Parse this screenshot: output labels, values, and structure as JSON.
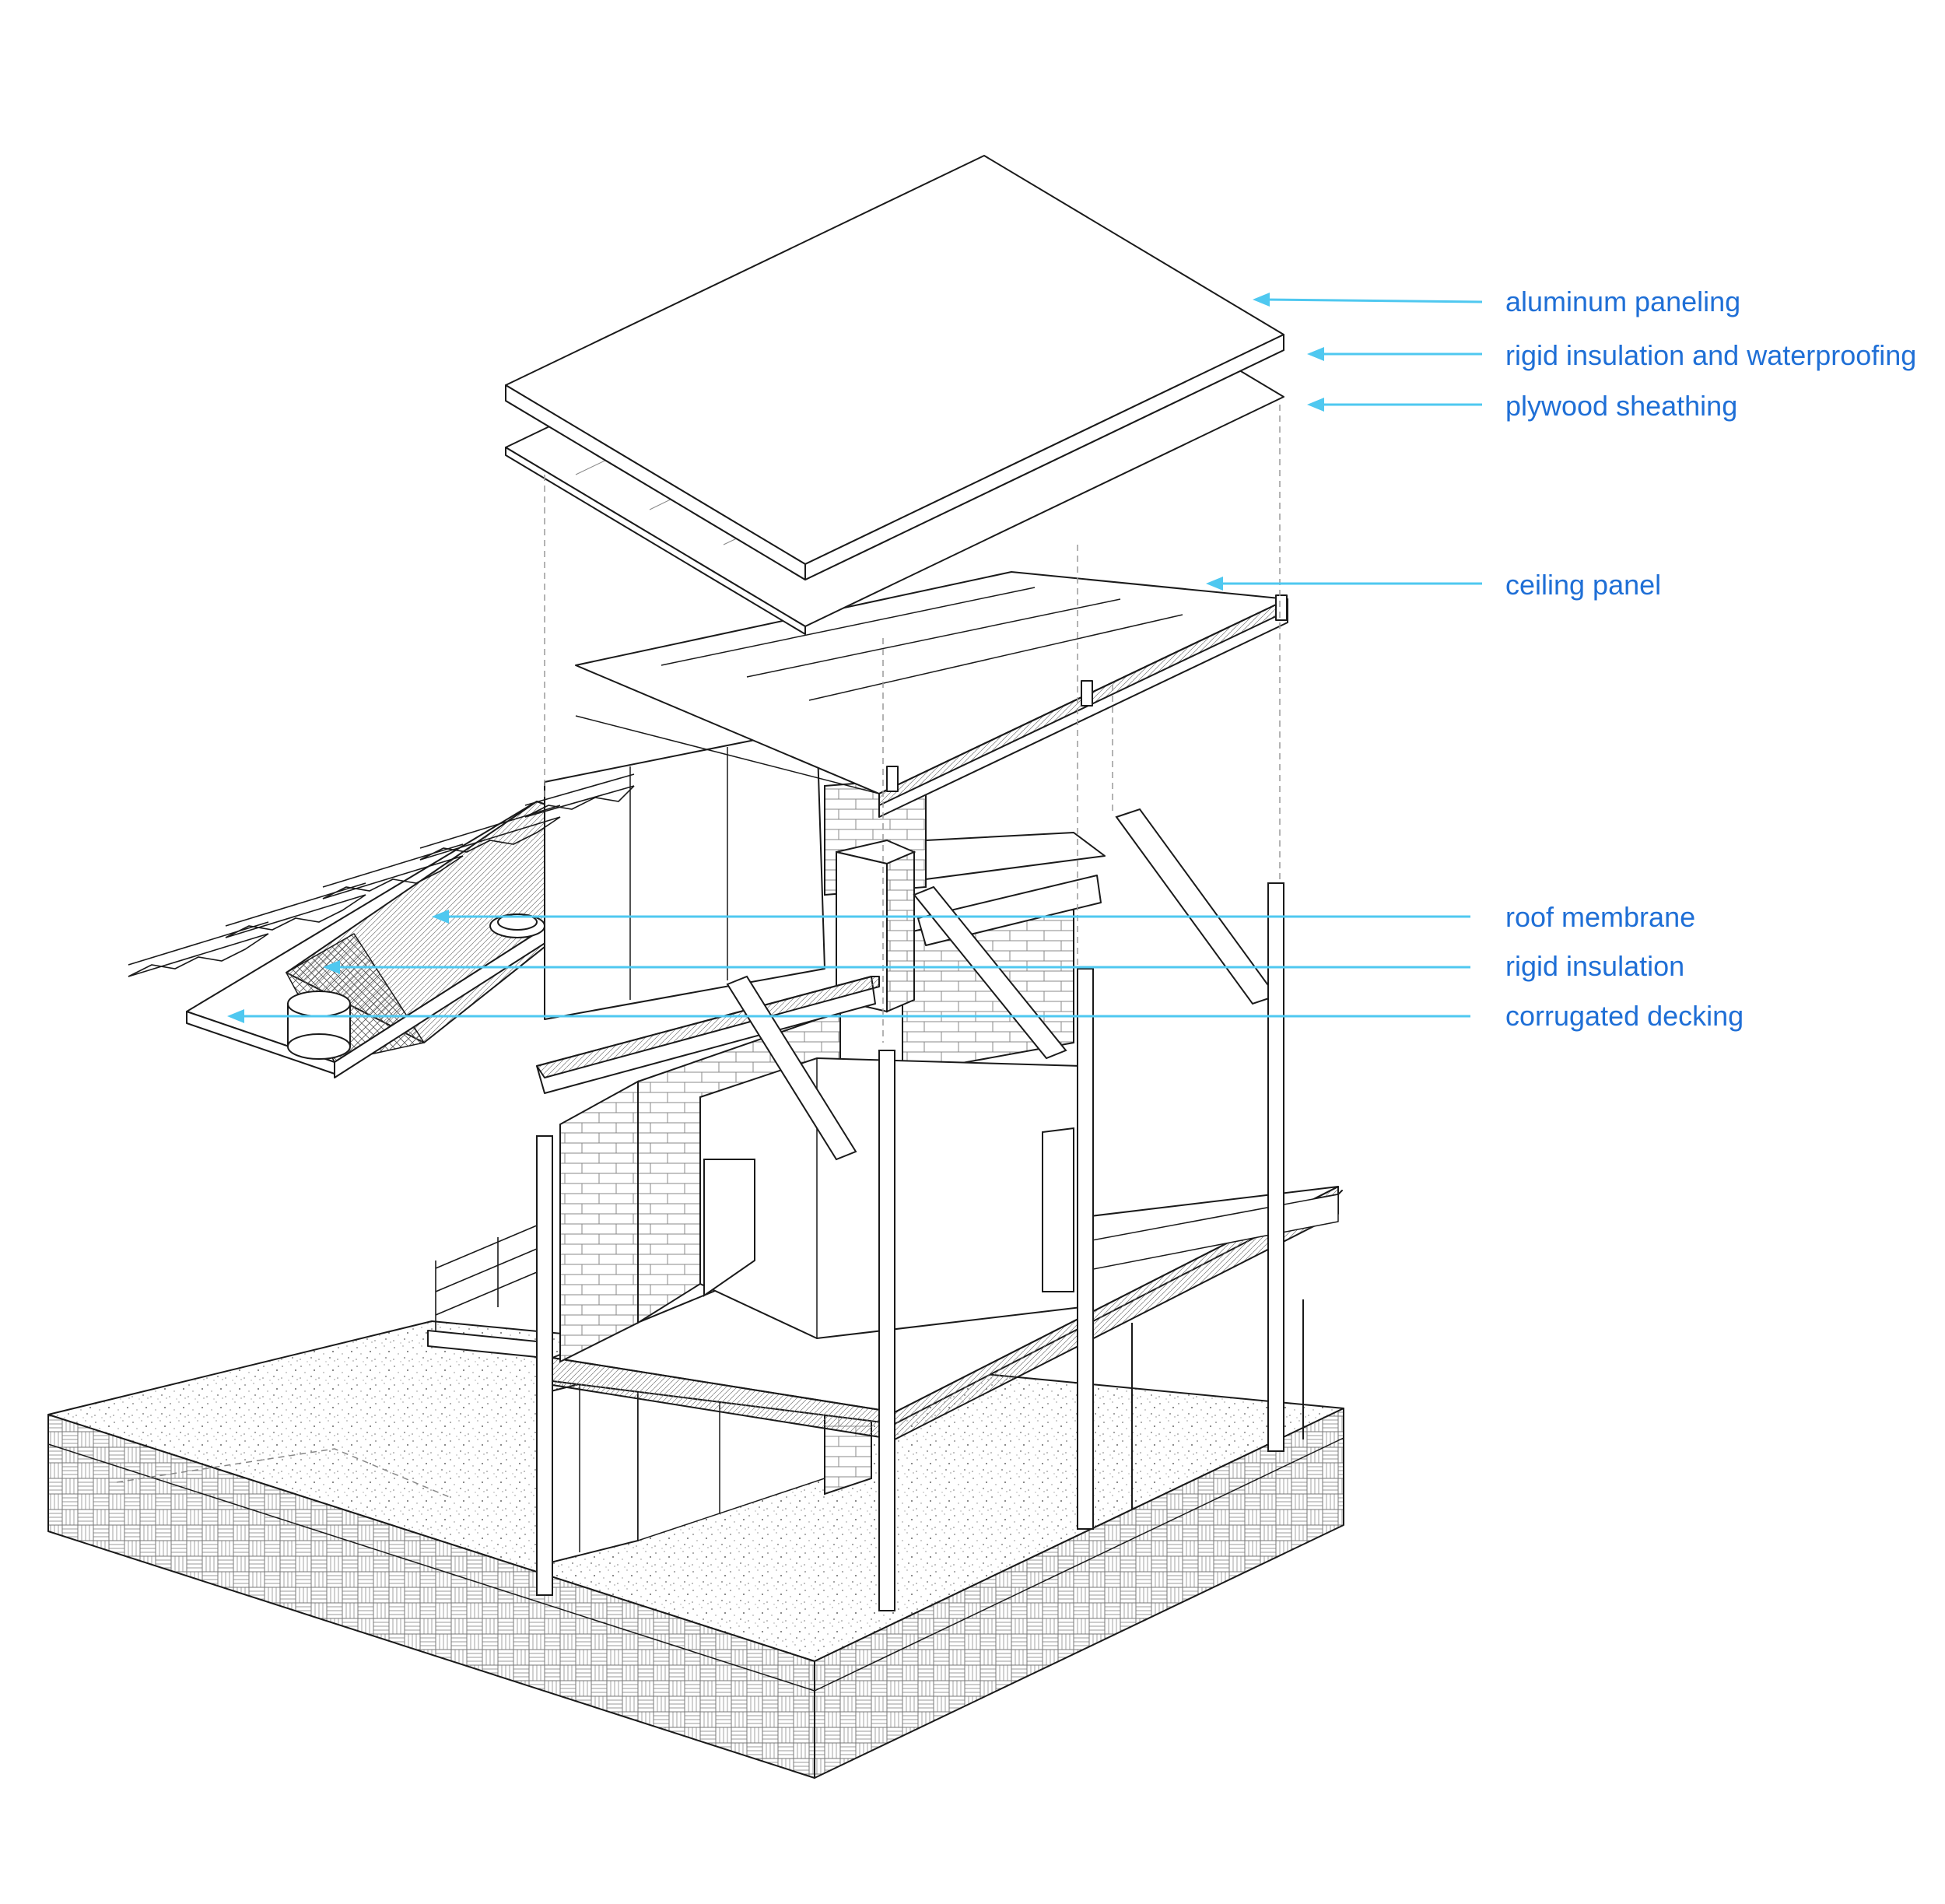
{
  "colors": {
    "line": "#1a1a1a",
    "hidden_line": "#9a9a9a",
    "callout_arrow": "#4fc8f0",
    "callout_text": "#1f6fd6"
  },
  "callouts": [
    {
      "text": "aluminum paneling"
    },
    {
      "text": "rigid insulation and waterproofing"
    },
    {
      "text": "plywood sheathing"
    },
    {
      "text": "ceiling panel"
    },
    {
      "text": "roof membrane"
    },
    {
      "text": "rigid insulation"
    },
    {
      "text": "corrugated decking"
    }
  ]
}
